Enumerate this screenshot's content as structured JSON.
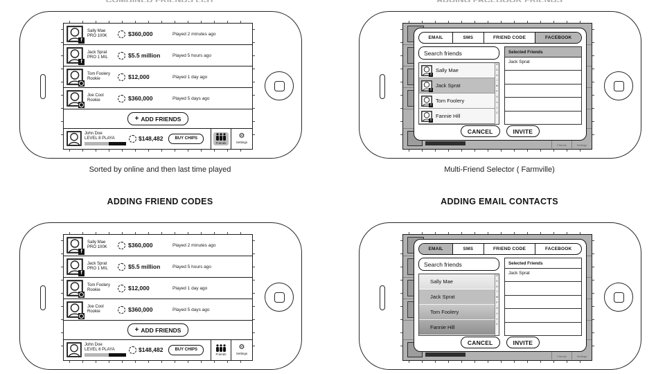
{
  "titles": {
    "top_left_clipped": "COMBINED FRIENDS LIST",
    "top_right_clipped": "ADDING FACEBOOK FRIENDS",
    "bottom_left": "ADDING FRIEND CODES",
    "bottom_right": "ADDING EMAIL CONTACTS"
  },
  "captions": {
    "top_left": "Sorted by online and then last time played",
    "top_right": "Multi-Friend Selector ( Farmville)"
  },
  "friends_screen": {
    "rows": [
      {
        "name": "Sally Mae",
        "rank": "PRO 100K",
        "amount": "$360,000",
        "played": "Played 2 minutes ago"
      },
      {
        "name": "Jack Sprat",
        "rank": "PRO 1 MIL",
        "amount": "$5.5 million",
        "played": "Played 5 hours ago"
      },
      {
        "name": "Tom Foolery",
        "rank": "Rookie",
        "amount": "$12,000",
        "played": "Played 1 day ago"
      },
      {
        "name": "Joe Cool",
        "rank": "Rookie",
        "amount": "$360,000",
        "played": "Played 5 days ago"
      }
    ],
    "add_friends_label": "ADD FRIENDS",
    "bottom_bar": {
      "name": "John Doe",
      "level": "LEVEL 8 PLAYA",
      "amount": "$148,482",
      "buy_chips_label": "BUY CHIPS",
      "friends_label": "Friends",
      "settings_label": "Settings"
    }
  },
  "selector_modal": {
    "tabs": [
      "EMAIL",
      "SMS",
      "FRIEND CODE",
      "FACEBOOK"
    ],
    "search_placeholder": "Search friends",
    "friends": [
      "Sally Mae",
      "Jack Sprat",
      "Tom Foolery",
      "Fannie Hill"
    ],
    "selected_header": "Selected Friends",
    "selected_friends": [
      "Jack Sprat"
    ],
    "cancel_label": "CANCEL",
    "invite_label": "INVITE",
    "alphabet_index": "A\n·\nD\n·\nG\n·\nJ\n·\nM\n·\nP\n·\nS\n·\nV\n·\nY\n·\nZ"
  },
  "icons": {
    "plus": "+",
    "gear": "⚙",
    "facebook_f": "f"
  },
  "colors": {
    "highlight_gray": "#c0c0c0",
    "backdrop_gray": "#b2b2b2",
    "tab_active_gray": "#b5b5b5"
  }
}
